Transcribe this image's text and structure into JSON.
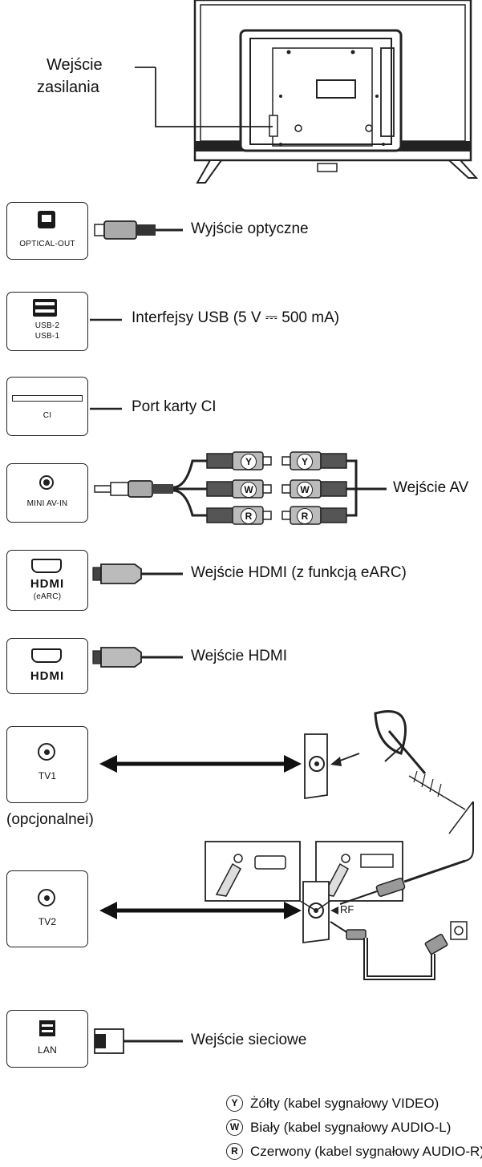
{
  "power": {
    "line1": "Wejście",
    "line2": "zasilania"
  },
  "ports": {
    "optical": {
      "caption": "OPTICAL-OUT",
      "label": "Wyjście optyczne"
    },
    "usb": {
      "caption_top": "USB-2",
      "caption_bottom": "USB-1",
      "label": "Interfejsy USB (5 V ⎓ 500 mA)"
    },
    "ci": {
      "caption": "CI",
      "label": "Port karty CI"
    },
    "av": {
      "caption": "MINI AV-IN",
      "label": "Wejście AV",
      "plug_y": "Y",
      "plug_w": "W",
      "plug_r": "R"
    },
    "hdmi_earc": {
      "logo": "HDMI",
      "caption": "(eARC)",
      "label": "Wejście HDMI (z funkcją eARC)"
    },
    "hdmi": {
      "logo": "HDMI",
      "label": "Wejście HDMI"
    },
    "tv1": {
      "caption": "TV1",
      "note": "(opcjonalnei)"
    },
    "tv2": {
      "caption": "TV2",
      "rf": "RF"
    },
    "lan": {
      "caption": "LAN",
      "label": "Wejście sieciowe"
    }
  },
  "legend": [
    {
      "letter": "Y",
      "text": "Żółty (kabel sygnałowy VIDEO)"
    },
    {
      "letter": "W",
      "text": "Biały (kabel sygnałowy AUDIO-L)"
    },
    {
      "letter": "R",
      "text": "Czerwony (kabel sygnałowy AUDIO-R)"
    }
  ]
}
